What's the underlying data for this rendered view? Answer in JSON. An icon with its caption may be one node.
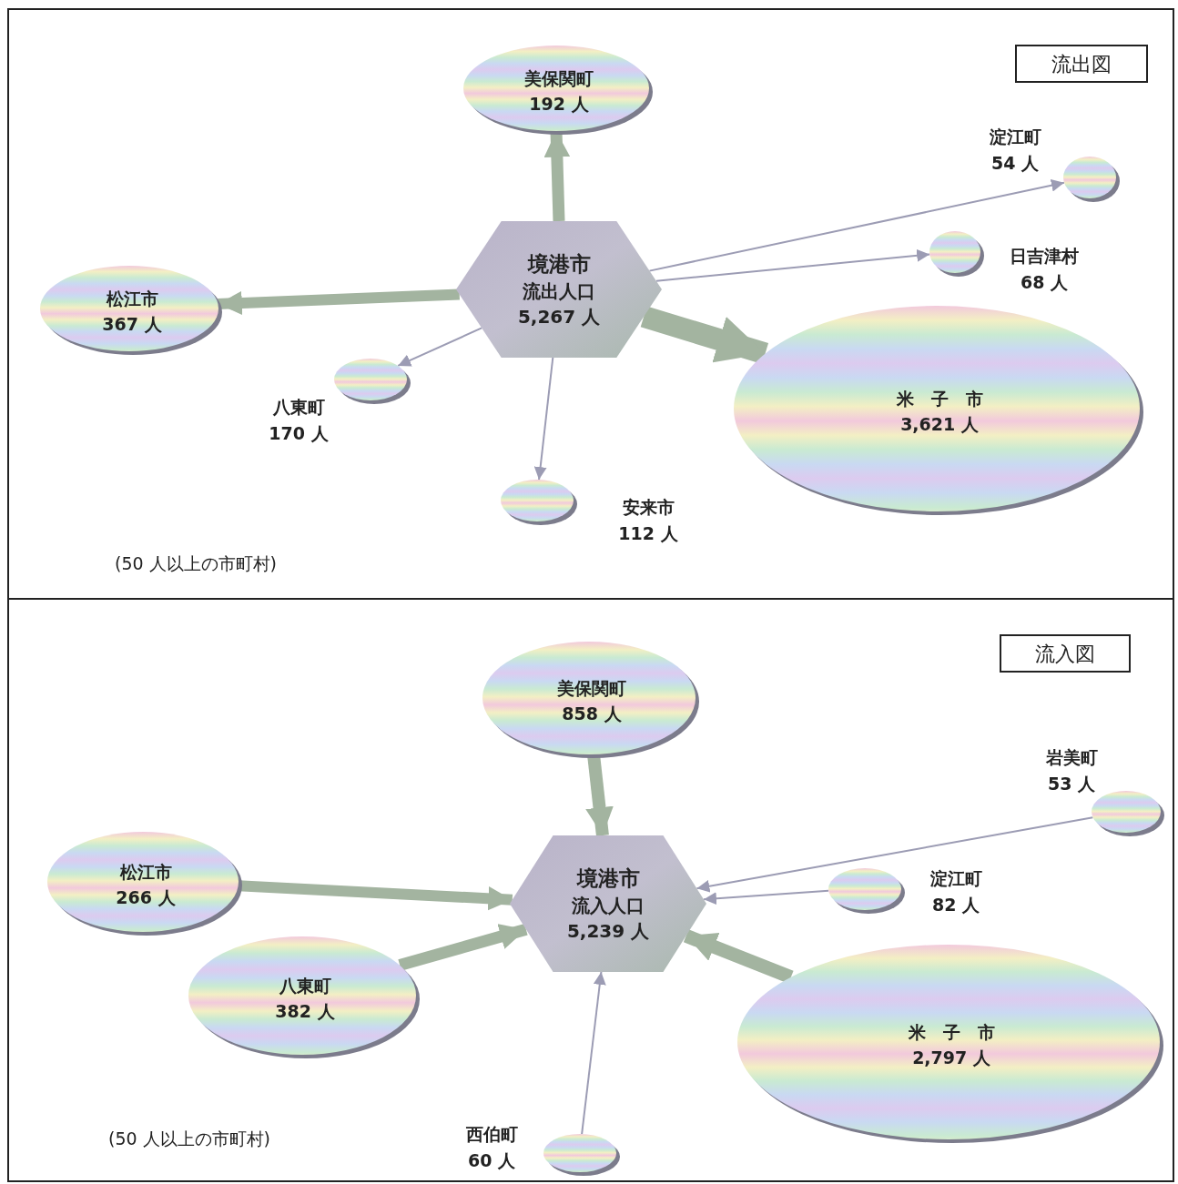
{
  "diagram": {
    "nodes": [
      {
        "text": [
          "流出図"
        ]
      },
      {
        "text": [
          "美保関町",
          "192 人"
        ]
      },
      {
        "text": [],
        "shape": "circle",
        "beside": [
          "淀江町",
          "54 人"
        ]
      },
      {
        "text": [
          "境港市",
          "流出人口",
          "5,267 人"
        ]
      },
      {
        "text": [],
        "shape": "circle",
        "beside": [
          "日吉津村",
          "68 人"
        ]
      },
      {
        "text": [
          "松江市",
          "367 人"
        ]
      },
      {
        "text": [
          "米　子　市",
          "3,621 人"
        ]
      },
      {
        "text": [],
        "shape": "circle",
        "beside": [
          "八東町",
          "170 人"
        ]
      },
      {
        "text": [],
        "shape": "circle",
        "beside": [
          "安来市",
          "112 人"
        ]
      },
      {
        "text": [
          "流入図"
        ]
      },
      {
        "text": [
          "美保関町",
          "858 人"
        ]
      },
      {
        "text": [],
        "shape": "circle",
        "beside": [
          "岩美町",
          "53 人"
        ]
      },
      {
        "text": [
          "松江市",
          "266 人"
        ]
      },
      {
        "text": [
          "境港市",
          "流入人口",
          "5,239 人"
        ]
      },
      {
        "text": [],
        "shape": "circle",
        "beside": [
          "淀江町",
          "82 人"
        ]
      },
      {
        "text": [
          "八東町",
          "382 人"
        ]
      },
      {
        "text": [
          "米　子　市",
          "2,797 人"
        ]
      },
      {
        "text": [],
        "shape": "circle",
        "beside": [
          "西伯町",
          "60 人"
        ]
      }
    ],
    "edges": [
      {
        "from": 3,
        "to": 1,
        "arrow": "to",
        "style": "thick",
        "color": "#a3b4a0"
      },
      {
        "from": 3,
        "to": 2,
        "arrow": "to"
      },
      {
        "from": 3,
        "to": 4,
        "arrow": "to"
      },
      {
        "from": 3,
        "to": 5,
        "arrow": "to",
        "style": "thick",
        "color": "#a3b4a0"
      },
      {
        "from": 3,
        "to": 6,
        "arrow": "to",
        "style": "thick",
        "color": "#a3b4a0"
      },
      {
        "from": 3,
        "to": 7,
        "arrow": "to"
      },
      {
        "from": 3,
        "to": 8,
        "arrow": "to"
      },
      {
        "from": 10,
        "to": 13,
        "arrow": "to",
        "style": "thick",
        "color": "#a3b4a0"
      },
      {
        "from": 11,
        "to": 13,
        "arrow": "to"
      },
      {
        "from": 12,
        "to": 13,
        "arrow": "to",
        "style": "thick",
        "color": "#a3b4a0"
      },
      {
        "from": 14,
        "to": 13,
        "arrow": "to"
      },
      {
        "from": 15,
        "to": 13,
        "arrow": "to",
        "style": "thick",
        "color": "#a3b4a0"
      },
      {
        "from": 16,
        "to": 13,
        "arrow": "to",
        "style": "thick",
        "color": "#a3b4a0"
      },
      {
        "from": 17,
        "to": 13,
        "arrow": "to"
      }
    ],
    "labels": [
      "(50 人以上の市町村)",
      "(50 人以上の市町村)"
    ]
  }
}
